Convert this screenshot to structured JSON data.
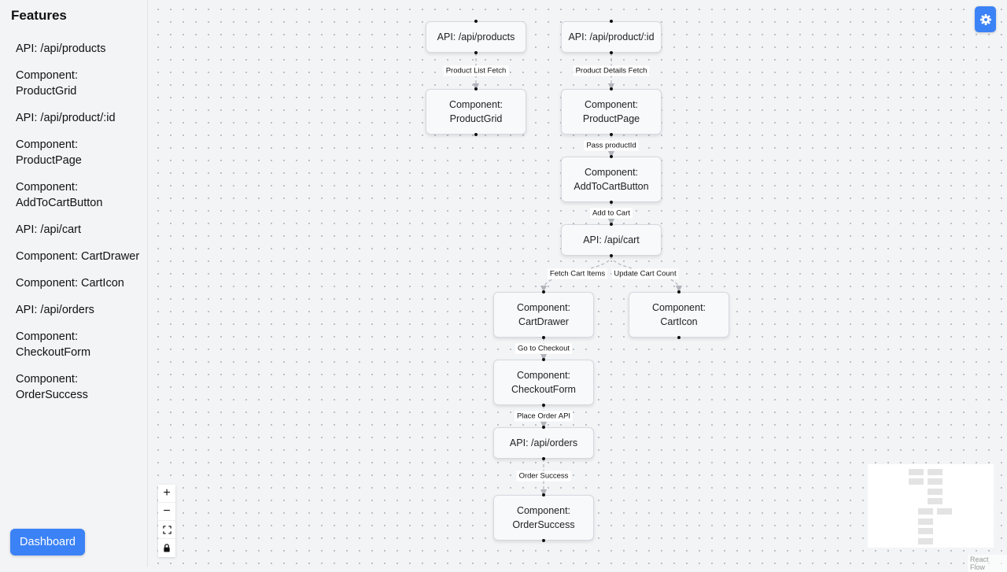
{
  "sidebar": {
    "title": "Features",
    "items": [
      "API: /api/products",
      "Component: ProductGrid",
      "API: /api/product/:id",
      "Component: ProductPage",
      "Component: AddToCartButton",
      "API: /api/cart",
      "Component: CartDrawer",
      "Component: CartIcon",
      "API: /api/orders",
      "Component: CheckoutForm",
      "Component: OrderSuccess"
    ],
    "dashboard_label": "Dashboard"
  },
  "nodes": {
    "api_products": "API: /api/products",
    "product_grid": "Component: ProductGrid",
    "api_product_id": "API: /api/product/:id",
    "product_page": "Component: ProductPage",
    "add_to_cart_button": "Component: AddToCartButton",
    "api_cart": "API: /api/cart",
    "cart_drawer": "Component: CartDrawer",
    "cart_icon": "Component: CartIcon",
    "checkout_form": "Component: CheckoutForm",
    "api_orders": "API: /api/orders",
    "order_success": "Component: OrderSuccess"
  },
  "edges": {
    "product_list_fetch": "Product List Fetch",
    "product_details_fetch": "Product Details Fetch",
    "pass_product_id": "Pass productId",
    "add_to_cart": "Add to Cart",
    "fetch_cart_items": "Fetch Cart Items",
    "update_cart_count": "Update Cart Count",
    "go_to_checkout": "Go to Checkout",
    "place_order_api": "Place Order API",
    "order_success": "Order Success"
  },
  "controls": {
    "zoom_in": "+",
    "zoom_out": "−"
  },
  "settings_icon": "gear-icon",
  "attribution": "React Flow",
  "colors": {
    "accent": "#3b82f6"
  }
}
